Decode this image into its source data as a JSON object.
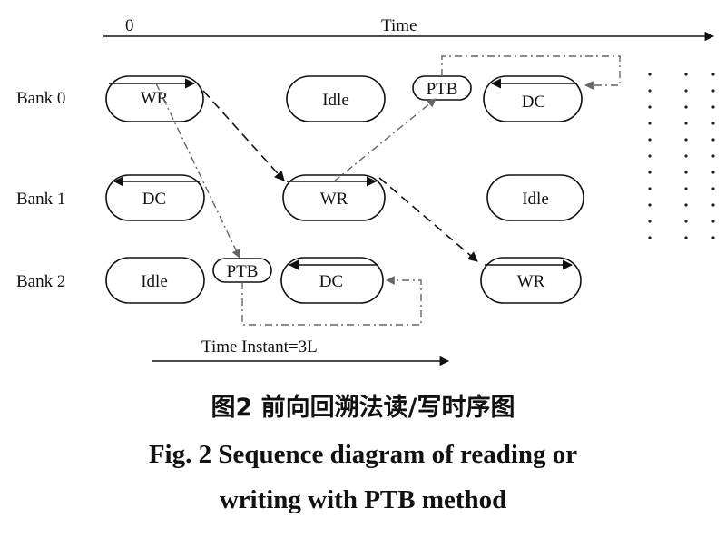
{
  "time_axis": {
    "start_label": "0",
    "label": "Time"
  },
  "banks": [
    "Bank 0",
    "Bank 1",
    "Bank 2"
  ],
  "nodes": [
    {
      "id": "b0-wr",
      "label": "WR",
      "bank": 0,
      "arrow": "right"
    },
    {
      "id": "b0-idle",
      "label": "Idle",
      "bank": 0,
      "arrow": "none"
    },
    {
      "id": "b0-ptb",
      "label": "PTB",
      "bank": 0,
      "type": "ptb"
    },
    {
      "id": "b0-dc",
      "label": "DC",
      "bank": 0,
      "arrow": "left"
    },
    {
      "id": "b1-dc",
      "label": "DC",
      "bank": 1,
      "arrow": "left"
    },
    {
      "id": "b1-wr",
      "label": "WR",
      "bank": 1,
      "arrow": "right"
    },
    {
      "id": "b1-idle",
      "label": "Idle",
      "bank": 1,
      "arrow": "none"
    },
    {
      "id": "b2-idle",
      "label": "Idle",
      "bank": 2,
      "arrow": "none"
    },
    {
      "id": "b2-ptb",
      "label": "PTB",
      "bank": 2,
      "type": "ptb"
    },
    {
      "id": "b2-dc",
      "label": "DC",
      "bank": 2,
      "arrow": "left"
    },
    {
      "id": "b2-wr",
      "label": "WR",
      "bank": 2,
      "arrow": "right"
    }
  ],
  "connections": [
    {
      "from": "b0-wr",
      "to": "b1-wr",
      "style": "dashed"
    },
    {
      "from": "b1-wr",
      "to": "b2-wr",
      "style": "dashed"
    },
    {
      "from": "b0-wr",
      "to": "b2-ptb",
      "style": "dash-dot"
    },
    {
      "from": "b2-ptb",
      "to": "b2-dc",
      "style": "dash-dot"
    },
    {
      "from": "b1-wr",
      "to": "b0-ptb",
      "style": "dash-dot"
    },
    {
      "from": "b0-ptb",
      "to": "b0-dc",
      "style": "dash-dot"
    }
  ],
  "instant_label": "Time Instant=3L",
  "caption": {
    "cn": "图2  前向回溯法读/写时序图",
    "en_line1": "Fig. 2  Sequence diagram of reading or",
    "en_line2": "writing with PTB method"
  },
  "colors": {
    "line": "#111111",
    "connector": "#666666"
  }
}
